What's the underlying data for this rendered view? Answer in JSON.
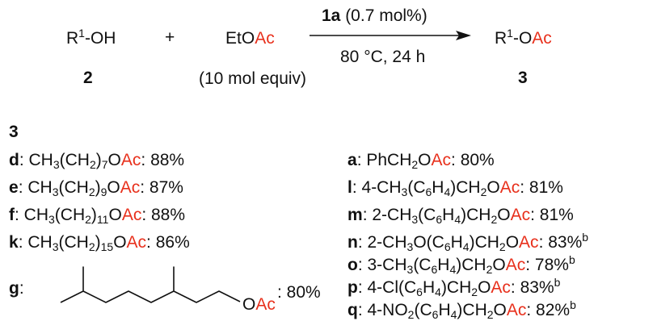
{
  "scheme": {
    "reactant_left": "R",
    "reactant_sup": "1",
    "reactant_right": "-OH",
    "reactant_number": "2",
    "plus": "+",
    "reagent_prefix": "EtO",
    "reagent_ac": "Ac",
    "reagent_equiv": "(10 mol equiv)",
    "catalyst_code": "1a",
    "catalyst_loading": " (0.7 mol%)",
    "conditions": "80 °C, 24 h",
    "product_left": "R",
    "product_sup": "1",
    "product_mid": "-O",
    "product_ac": "Ac",
    "product_number": "3"
  },
  "products_header": "3",
  "left_items": [
    {
      "id": "d",
      "pre": ": CH",
      "s1": "3",
      "mid": "(CH",
      "s2": "2",
      "close": ")",
      "n": "7",
      "o": "O",
      "ac": "Ac",
      "yield": ": 88%"
    },
    {
      "id": "e",
      "pre": ": CH",
      "s1": "3",
      "mid": "(CH",
      "s2": "2",
      "close": ")",
      "n": "9",
      "o": "O",
      "ac": "Ac",
      "yield": ": 87%"
    },
    {
      "id": "f",
      "pre": ": CH",
      "s1": "3",
      "mid": "(CH",
      "s2": "2",
      "close": ")",
      "n": "11",
      "o": "O",
      "ac": "Ac",
      "yield": ": 88%"
    },
    {
      "id": "k",
      "pre": ": CH",
      "s1": "3",
      "mid": "(CH",
      "s2": "2",
      "close": ")",
      "n": "15",
      "o": "O",
      "ac": "Ac",
      "yield": ": 86%"
    }
  ],
  "g_item": {
    "id": "g",
    "colon": ":",
    "o": "O",
    "ac": "Ac",
    "yield": ": 80%"
  },
  "right_items": {
    "a": {
      "id": "a",
      "t1": ": PhCH",
      "s1": "2",
      "o": "O",
      "ac": "Ac",
      "yield": ": 80%"
    },
    "l": {
      "id": "l",
      "t1": ": 4-CH",
      "s1": "3",
      "t2": "(C",
      "s2": "6",
      "t3": "H",
      "s3": "4",
      "t4": ")CH",
      "s4": "2",
      "o": "O",
      "ac": "Ac",
      "yield": ": 81%"
    },
    "m": {
      "id": "m",
      "t1": ": 2-CH",
      "s1": "3",
      "t2": "(C",
      "s2": "6",
      "t3": "H",
      "s3": "4",
      "t4": ")CH",
      "s4": "2",
      "o": "O",
      "ac": "Ac",
      "yield": ": 81%"
    },
    "n": {
      "id": "n",
      "t1": ": 2-CH",
      "s1": "3",
      "t1b": "O(C",
      "s2": "6",
      "t3": "H",
      "s3": "4",
      "t4": ")CH",
      "s4": "2",
      "o": "O",
      "ac": "Ac",
      "yield": ": 83%",
      "note": "b"
    },
    "o": {
      "id": "o",
      "t1": ": 3-CH",
      "s1": "3",
      "t2": "(C",
      "s2": "6",
      "t3": "H",
      "s3": "4",
      "t4": ")CH",
      "s4": "2",
      "o": "O",
      "ac": "Ac",
      "yield": ": 78%",
      "note": "b"
    },
    "p": {
      "id": "p",
      "t1": ": 4-Cl(C",
      "s2": "6",
      "t3": "H",
      "s3": "4",
      "t4": ")CH",
      "s4": "2",
      "o": "O",
      "ac": "Ac",
      "yield": ": 83%",
      "note": "b"
    },
    "q": {
      "id": "q",
      "t1": ": 4-NO",
      "s1": "2",
      "t2": "(C",
      "s2": "6",
      "t3": "H",
      "s3": "4",
      "t4": ")CH",
      "s4": "2",
      "o": "O",
      "ac": "Ac",
      "yield": ": 82%",
      "note": "b"
    }
  },
  "colors": {
    "acetyl_red": "#e8301c",
    "text": "#111111"
  }
}
